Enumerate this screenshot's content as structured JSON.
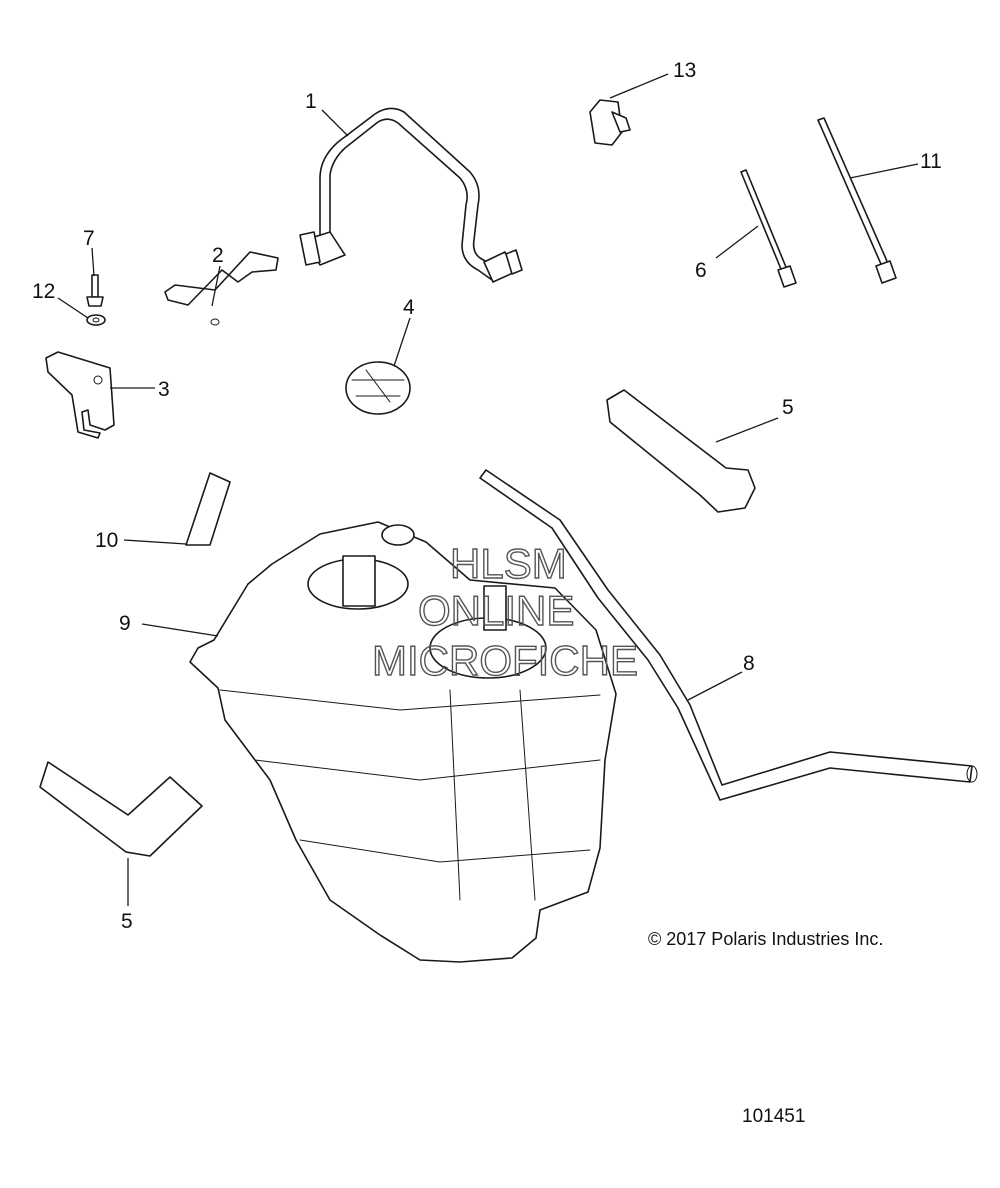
{
  "callouts": [
    {
      "id": "1",
      "label": "1"
    },
    {
      "id": "2",
      "label": "2"
    },
    {
      "id": "3",
      "label": "3"
    },
    {
      "id": "4",
      "label": "4"
    },
    {
      "id": "5a",
      "label": "5"
    },
    {
      "id": "5b",
      "label": "5"
    },
    {
      "id": "6",
      "label": "6"
    },
    {
      "id": "7",
      "label": "7"
    },
    {
      "id": "8",
      "label": "8"
    },
    {
      "id": "9",
      "label": "9"
    },
    {
      "id": "10",
      "label": "10"
    },
    {
      "id": "11",
      "label": "11"
    },
    {
      "id": "12",
      "label": "12"
    },
    {
      "id": "13",
      "label": "13"
    }
  ],
  "watermark": {
    "line1": "HLSM",
    "line2": "ONLINE",
    "line3": "MICROFICHE"
  },
  "copyright": "© 2017 Polaris Industries Inc.",
  "figure_number": "101451"
}
